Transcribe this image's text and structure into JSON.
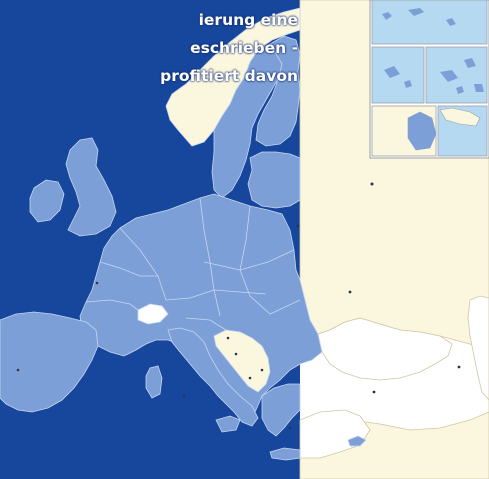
{
  "headline": {
    "lines": [
      "ierung eine",
      "eschrieben -",
      "profitiert davon"
    ]
  },
  "colors": {
    "sea_left": "#17479d",
    "sea_right": "#ffffff",
    "eu_member": "#7c9fd8",
    "non_member": "#fbf6de",
    "switzerland": "#ffffff",
    "balkans": "#fbf6de",
    "borders": "#c7d6ef",
    "inset_water": "#b6d9f2",
    "inset_frame": "#9aa0a6"
  },
  "icons": [
    "capital-dot-icon",
    "inset-map-panel"
  ]
}
